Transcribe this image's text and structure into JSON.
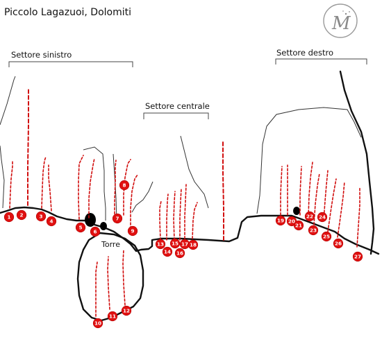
{
  "title": "Piccolo Lagazuoi, Dolomiti",
  "sectors": {
    "left": "Settore sinistro",
    "center": "Settore centrale",
    "right": "Settore destro"
  },
  "tower_label": "Torre",
  "logo": {
    "icon": "m-monogram-logo",
    "letter": "M"
  },
  "colors": {
    "route": "#d10d0d",
    "badge": "#e01010",
    "rock": "#111111"
  },
  "routes": [
    "1",
    "2",
    "3",
    "4",
    "5",
    "6",
    "7",
    "8",
    "9",
    "10",
    "11",
    "12",
    "13",
    "14",
    "15",
    "16",
    "17",
    "18",
    "19",
    "20",
    "21",
    "22",
    "23",
    "24",
    "25",
    "26",
    "27"
  ]
}
